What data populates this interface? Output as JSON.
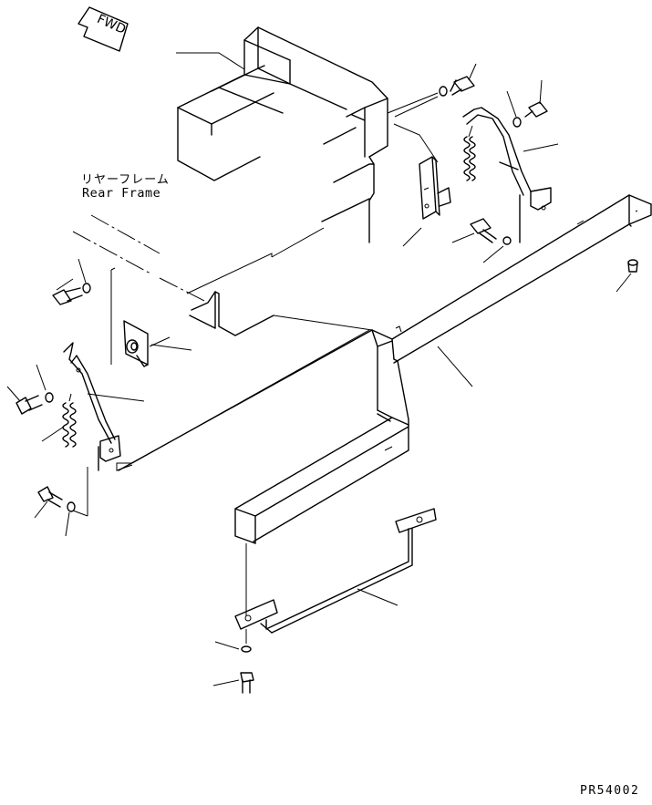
{
  "fwd_indicator": {
    "label": "FWD",
    "icon": "forward-arrow-icon"
  },
  "callouts": {
    "rear_frame_jp": "リヤーフレーム",
    "rear_frame_en": "Rear Frame"
  },
  "drawing_code": "PR54002",
  "style": {
    "line_color": "#000000",
    "background": "#ffffff"
  }
}
